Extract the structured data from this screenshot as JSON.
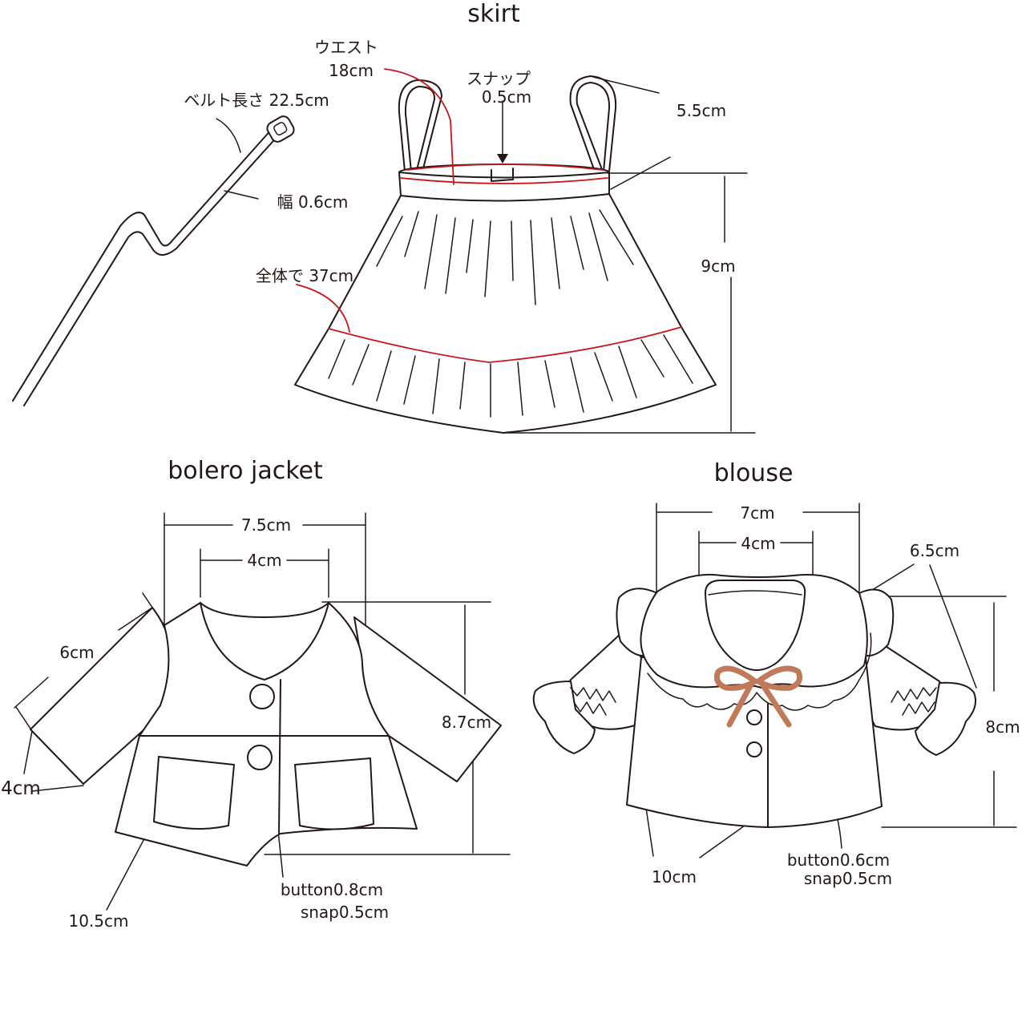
{
  "colors": {
    "line": "#231815",
    "measure_red": "#c8161d",
    "ribbon": "#c07a5a",
    "background": "#ffffff"
  },
  "skirt": {
    "title": "skirt",
    "labels": {
      "waist_name": "ウエスト",
      "waist_value": "18cm",
      "snap_name": "スナップ",
      "snap_value": "0.5cm",
      "strap": "5.5cm",
      "belt_length": "ベルト長さ 22.5cm",
      "belt_width": "幅 0.6cm",
      "hem_total": "全体で 37cm",
      "length": "9cm"
    }
  },
  "bolero": {
    "title": "bolero jacket",
    "labels": {
      "width": "7.5cm",
      "neck": "4cm",
      "sleeve_length": "6cm",
      "cuff": "4cm",
      "length": "8.7cm",
      "hem": "10.5cm",
      "button": "button0.8cm",
      "snap": "snap0.5cm"
    }
  },
  "blouse": {
    "title": "blouse",
    "labels": {
      "width": "7cm",
      "neck": "4cm",
      "sleeve": "6.5cm",
      "length": "8cm",
      "hem": "10cm",
      "button": "button0.6cm",
      "snap": "snap0.5cm"
    }
  }
}
